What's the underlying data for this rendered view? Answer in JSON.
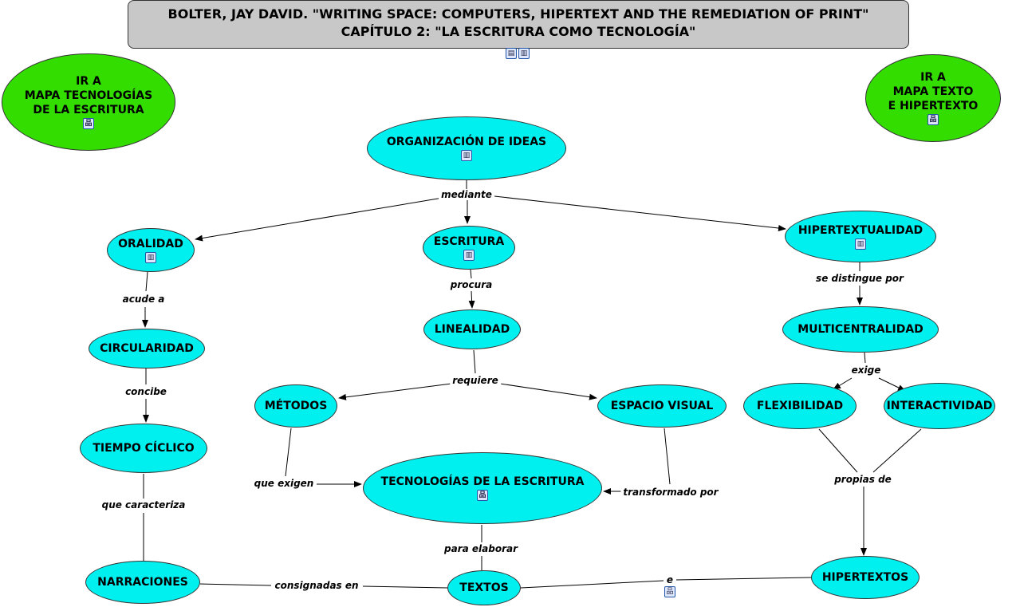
{
  "title": {
    "line1": "BOLTER, JAY DAVID. \"WRITING SPACE: COMPUTERS, HIPERTEXT AND THE REMEDIATION OF PRINT\"",
    "line2": "CAPÍTULO 2: \"LA ESCRITURA COMO TECNOLOGÍA\""
  },
  "nav": {
    "left": [
      "IR A",
      "MAPA TECNOLOGÍAS",
      "DE LA ESCRITURA"
    ],
    "right": [
      "IR A",
      "MAPA TEXTO",
      "E HIPERTEXTO"
    ]
  },
  "concepts": {
    "organizacion": "ORGANIZACIÓN DE IDEAS",
    "oralidad": "ORALIDAD",
    "escritura": "ESCRITURA",
    "hipertextualidad": "HIPERTEXTUALIDAD",
    "circularidad": "CIRCULARIDAD",
    "linealidad": "LINEALIDAD",
    "multicentralidad": "MULTICENTRALIDAD",
    "metodos": "MÉTODOS",
    "espacio": "ESPACIO VISUAL",
    "flexibilidad": "FLEXIBILIDAD",
    "interactividad": "INTERACTIVIDAD",
    "tiempo": "TIEMPO CÍCLICO",
    "tecnologias": "TECNOLOGÍAS DE LA ESCRITURA",
    "narraciones": "NARRACIONES",
    "textos": "TEXTOS",
    "hipertextos": "HIPERTEXTOS"
  },
  "links": {
    "mediante": "mediante",
    "acude": "acude a",
    "procura": "procura",
    "distingue": "se distingue por",
    "concibe": "concibe",
    "requiere": "requiere",
    "exige": "exige",
    "que_exigen": "que exigen",
    "transformado": "transformado por",
    "caracteriza": "que caracteriza",
    "propias": "propias de",
    "elaborar": "para elaborar",
    "consignadas": "consignadas en",
    "e": "e"
  },
  "colors": {
    "concept": "#00f0f0",
    "nav": "#33dd00",
    "title": "#c8c8c8"
  }
}
